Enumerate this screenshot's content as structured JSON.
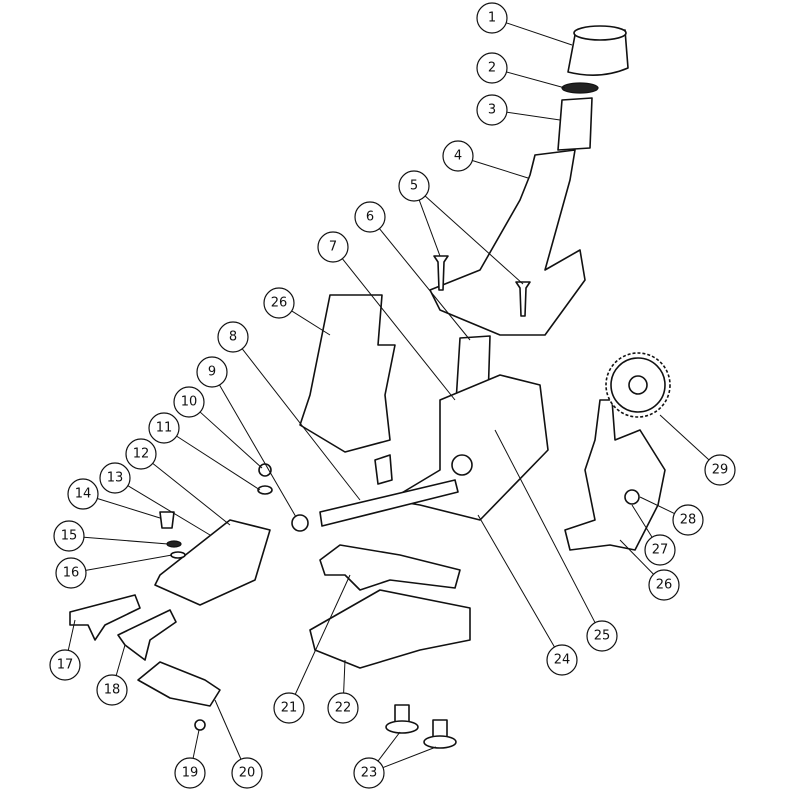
{
  "diagram": {
    "type": "exploded-parts-view",
    "callouts": [
      {
        "id": "c1",
        "label": "1"
      },
      {
        "id": "c2",
        "label": "2"
      },
      {
        "id": "c3",
        "label": "3"
      },
      {
        "id": "c4",
        "label": "4"
      },
      {
        "id": "c5",
        "label": "5"
      },
      {
        "id": "c6",
        "label": "6"
      },
      {
        "id": "c7",
        "label": "7"
      },
      {
        "id": "c8",
        "label": "8"
      },
      {
        "id": "c9",
        "label": "9"
      },
      {
        "id": "c10",
        "label": "10"
      },
      {
        "id": "c11",
        "label": "11"
      },
      {
        "id": "c12",
        "label": "12"
      },
      {
        "id": "c13",
        "label": "13"
      },
      {
        "id": "c14",
        "label": "14"
      },
      {
        "id": "c15",
        "label": "15"
      },
      {
        "id": "c16",
        "label": "16"
      },
      {
        "id": "c17",
        "label": "17"
      },
      {
        "id": "c18",
        "label": "18"
      },
      {
        "id": "c19",
        "label": "19"
      },
      {
        "id": "c20",
        "label": "20"
      },
      {
        "id": "c21",
        "label": "21"
      },
      {
        "id": "c22",
        "label": "22"
      },
      {
        "id": "c23",
        "label": "23"
      },
      {
        "id": "c24",
        "label": "24"
      },
      {
        "id": "c25",
        "label": "25"
      },
      {
        "id": "c26a",
        "label": "26"
      },
      {
        "id": "c26b",
        "label": "26"
      },
      {
        "id": "c27",
        "label": "27"
      },
      {
        "id": "c28",
        "label": "28"
      },
      {
        "id": "c29",
        "label": "29"
      }
    ]
  }
}
